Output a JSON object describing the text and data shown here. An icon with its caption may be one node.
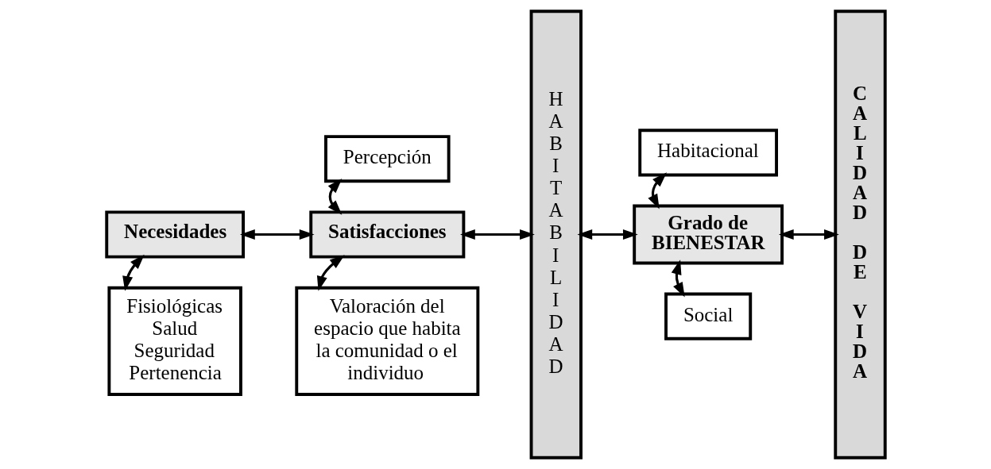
{
  "diagram": {
    "nodes": [
      {
        "text": [
          "Necesidades"
        ]
      },
      {
        "text": [
          "Fisiológicas",
          "Salud",
          "Seguridad",
          "Pertenencia"
        ]
      },
      {
        "text": [
          "Percepción"
        ]
      },
      {
        "text": [
          "Satisfacciones"
        ]
      },
      {
        "text": [
          "Valoración del espacio que habita la comunidad o el individuo"
        ]
      },
      {
        "text": [
          "HABITABILIDAD"
        ]
      },
      {
        "text": [
          "Habitacional"
        ]
      },
      {
        "text": [
          "Grado de BIENESTAR"
        ]
      },
      {
        "text": [
          "Social"
        ]
      },
      {
        "text": [
          "CALIDAD DE VIDA"
        ]
      }
    ],
    "edges": [
      {
        "from": 0,
        "to": 3,
        "arrow": "both"
      },
      {
        "from": 0,
        "to": 1,
        "arrow": "both"
      },
      {
        "from": 3,
        "to": 2,
        "arrow": "both"
      },
      {
        "from": 3,
        "to": 4,
        "arrow": "both"
      },
      {
        "from": 3,
        "to": 5,
        "arrow": "both"
      },
      {
        "from": 5,
        "to": 7,
        "arrow": "both"
      },
      {
        "from": 7,
        "to": 6,
        "arrow": "both"
      },
      {
        "from": 7,
        "to": 8,
        "arrow": "both"
      },
      {
        "from": 7,
        "to": 9,
        "arrow": "both"
      }
    ]
  }
}
